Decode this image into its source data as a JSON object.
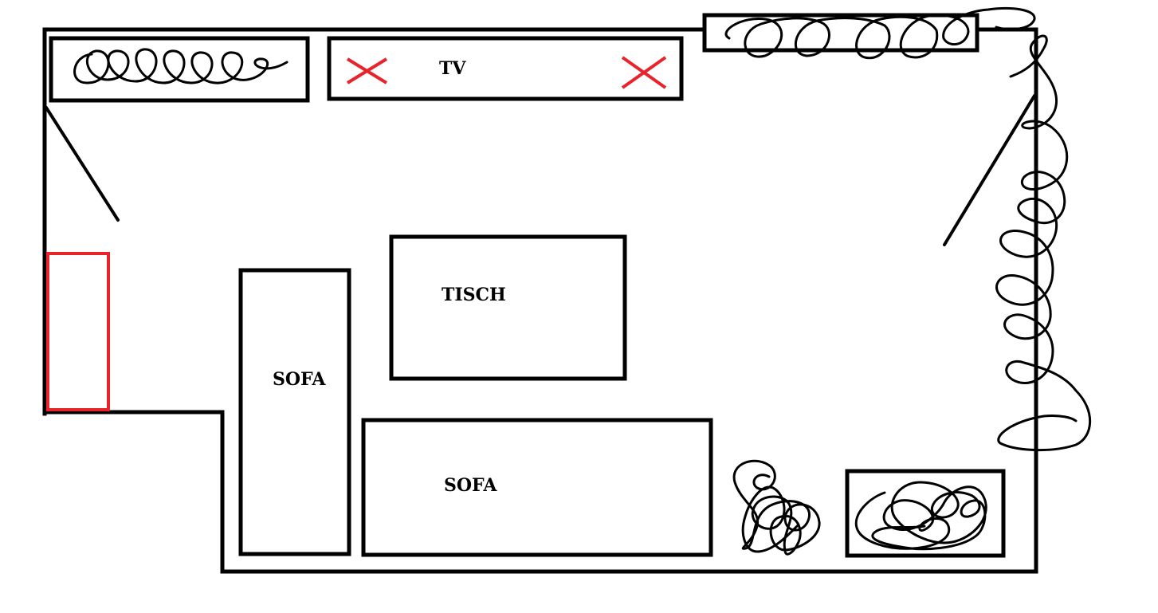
{
  "labels": {
    "tv": "TV",
    "tisch": "TISCH",
    "sofa_vertical": "SOFA",
    "sofa_horizontal": "SOFA"
  },
  "colors": {
    "outline": "#000000",
    "marker_x": "#e8232a",
    "highlight_box": "#e8232a",
    "background": "#ffffff"
  }
}
